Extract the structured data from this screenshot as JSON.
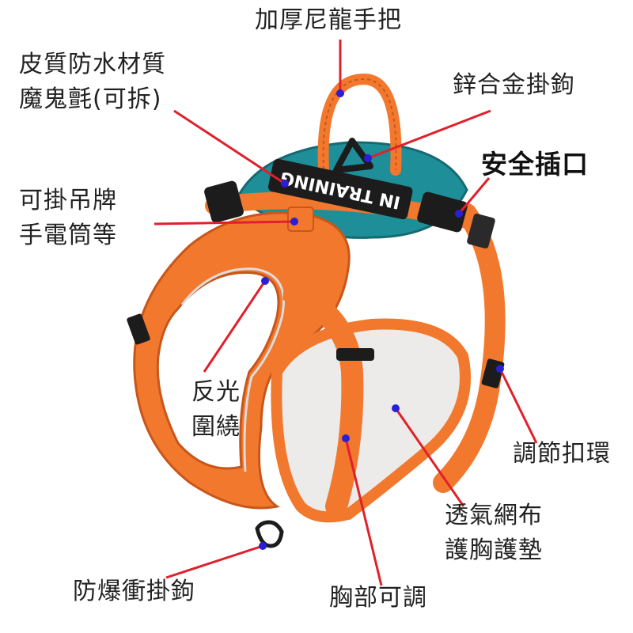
{
  "labels": {
    "handle": "加厚尼龍手把",
    "patch_line1": "皮質防水材質",
    "patch_line2": "魔鬼氈(可拆)",
    "hook": "鋅合金掛鉤",
    "buckle": "安全插口",
    "tag_line1": "可掛吊牌",
    "tag_line2": "手電筒等",
    "reflect_line1": "反光",
    "reflect_line2": "圍繞",
    "adjuster": "調節扣環",
    "mesh_line1": "透氣網布",
    "mesh_line2": "護胸護墊",
    "bottom_hook": "防爆衝掛鉤",
    "chest": "胸部可調"
  },
  "patch_text": "IN TRAINING",
  "colors": {
    "orange": "#f2782e",
    "orange_dark": "#c8561a",
    "teal": "#1e8f99",
    "teal_dark": "#146a72",
    "mesh": "#ecebea",
    "black": "#1c1c1c",
    "leader_line": "#e0202a",
    "leader_dot": "#2a1fd6",
    "reflective": "#dcdcdc"
  }
}
